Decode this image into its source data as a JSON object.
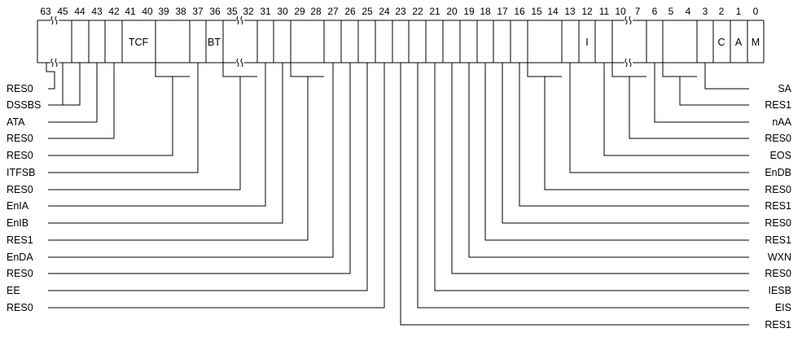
{
  "bit_numbers": {
    "b63": "63",
    "b45": "45",
    "b44": "44",
    "b43": "43",
    "b42": "42",
    "b41": "41",
    "b40": "40",
    "b39": "39",
    "b38": "38",
    "b37": "37",
    "b36": "36",
    "b35": "35",
    "b32": "32",
    "b31": "31",
    "b30": "30",
    "b29": "29",
    "b28": "28",
    "b27": "27",
    "b26": "26",
    "b25": "25",
    "b24": "24",
    "b23": "23",
    "b22": "22",
    "b21": "21",
    "b20": "20",
    "b19": "19",
    "b18": "18",
    "b17": "17",
    "b16": "16",
    "b15": "15",
    "b14": "14",
    "b13": "13",
    "b12": "12",
    "b11": "11",
    "b10": "10",
    "b7": "7",
    "b6": "6",
    "b5": "5",
    "b4": "4",
    "b3": "3",
    "b2": "2",
    "b1": "1",
    "b0": "0"
  },
  "box_labels": {
    "tcf": "TCF",
    "bt": "BT",
    "i": "I",
    "c": "C",
    "a": "A",
    "m": "M"
  },
  "left_labels": [
    "RES0",
    "DSSBS",
    "ATA",
    "RES0",
    "RES0",
    "ITFSB",
    "RES0",
    "EnIA",
    "EnIB",
    "RES1",
    "EnDA",
    "RES0",
    "EE",
    "RES0"
  ],
  "right_labels": [
    "SA",
    "RES1",
    "nAA",
    "RES0",
    "EOS",
    "EnDB",
    "RES0",
    "RES1",
    "RES0",
    "RES1",
    "WXN",
    "RES0",
    "IESB",
    "EIS",
    "RES1"
  ]
}
